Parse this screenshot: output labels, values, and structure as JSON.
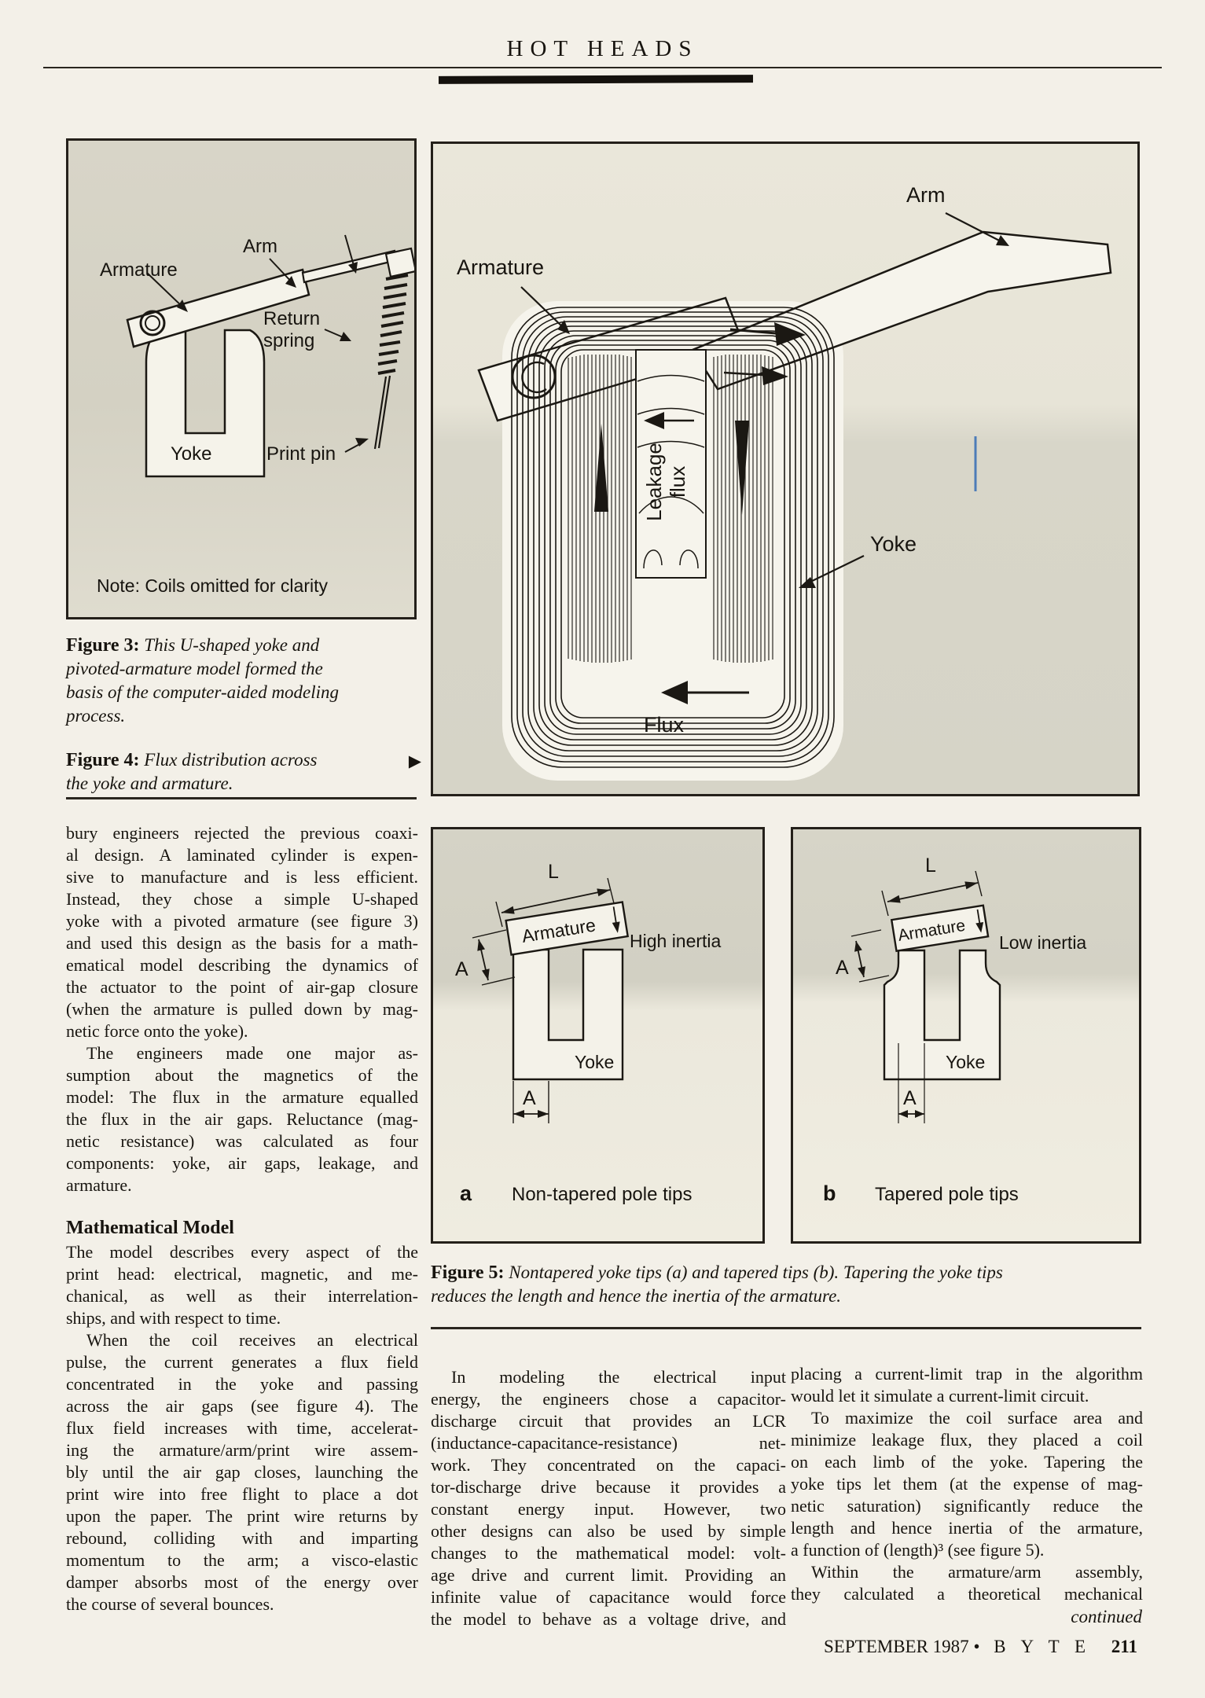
{
  "header": {
    "title": "HOT HEADS"
  },
  "figure3": {
    "labels": {
      "armature": "Armature",
      "arm": "Arm",
      "return_spring_line1": "Return",
      "return_spring_line2": "spring",
      "yoke": "Yoke",
      "print_pin": "Print pin",
      "note": "Note: Coils omitted for clarity"
    },
    "caption_lead": "Figure 3:",
    "caption_lines": [
      "This U-shaped yoke and",
      "pivoted-armature model formed the",
      "basis of the computer-aided modeling",
      "process."
    ]
  },
  "figure4": {
    "labels": {
      "arm": "Arm",
      "armature": "Armature",
      "leakage_line1": "Leakage",
      "leakage_line2": "flux",
      "yoke": "Yoke",
      "flux": "Flux"
    },
    "caption_lead": "Figure 4:",
    "caption_lines": [
      "Flux distribution across",
      "the yoke and armature."
    ],
    "pointer": "▶"
  },
  "figure5": {
    "panel_a": {
      "tag": "a",
      "title": "Non-tapered pole tips",
      "dim_l": "L",
      "dim_a_side": "A",
      "dim_a_bottom": "A",
      "armature": "Armature",
      "inertia": "High inertia",
      "yoke": "Yoke"
    },
    "panel_b": {
      "tag": "b",
      "title": "Tapered pole tips",
      "dim_l": "L",
      "dim_a_side": "A",
      "dim_a_bottom": "A",
      "armature": "Armature",
      "inertia": "Low inertia",
      "yoke": "Yoke"
    },
    "caption_lead": "Figure 5:",
    "caption_lines": [
      "Nontapered yoke tips (a) and tapered tips (b). Tapering the yoke tips",
      "reduces the length and hence the inertia of the armature."
    ]
  },
  "columns": {
    "left": [
      {
        "type": "p",
        "lines": [
          {
            "text": "bury engineers rejected the previous coaxi-"
          },
          {
            "text": "al design. A laminated cylinder is expen-"
          },
          {
            "text": "sive to manufacture and is less efficient."
          },
          {
            "text": "Instead, they chose a simple U-shaped"
          },
          {
            "text": "yoke with a pivoted armature (see figure 3)"
          },
          {
            "text": "and used this design as the basis for a math-"
          },
          {
            "text": "ematical model describing the dynamics of"
          },
          {
            "text": "the actuator to the point of air-gap closure"
          },
          {
            "text": "(when the armature is pulled down by mag-"
          },
          {
            "text": "netic force onto the yoke).",
            "last": true
          }
        ]
      },
      {
        "type": "p",
        "lines": [
          {
            "text": "The engineers made one major as-",
            "indent": true
          },
          {
            "text": "sumption about the magnetics of the"
          },
          {
            "text": "model: The flux in the armature equalled"
          },
          {
            "text": "the flux in the air gaps. Reluctance (mag-"
          },
          {
            "text": "netic resistance) was calculated as four"
          },
          {
            "text": "components: yoke, air gaps, leakage, and"
          },
          {
            "text": "armature.",
            "last": true
          }
        ]
      },
      {
        "type": "heading",
        "text": "Mathematical Model"
      },
      {
        "type": "p",
        "lines": [
          {
            "text": "The model describes every aspect of the"
          },
          {
            "text": "print head: electrical, magnetic, and me-"
          },
          {
            "text": "chanical, as well as their interrelation-"
          },
          {
            "text": "ships, and with respect to time.",
            "last": true
          }
        ]
      },
      {
        "type": "p",
        "lines": [
          {
            "text": "When the coil receives an electrical",
            "indent": true
          },
          {
            "text": "pulse, the current generates a flux field"
          },
          {
            "text": "concentrated in the yoke and passing"
          },
          {
            "text": "across the air gaps (see figure 4). The"
          },
          {
            "text": "flux field increases with time, accelerat-"
          },
          {
            "text": "ing the armature/arm/print wire assem-"
          },
          {
            "text": "bly until the air gap closes, launching the"
          },
          {
            "text": "print wire into free flight to place a dot"
          },
          {
            "text": "upon the paper. The print wire returns by"
          },
          {
            "text": "rebound, colliding with and imparting"
          },
          {
            "text": "momentum to the arm; a visco-elastic"
          },
          {
            "text": "damper absorbs most of the energy over"
          },
          {
            "text": "the course of several bounces.",
            "last": true
          }
        ]
      }
    ],
    "middle": [
      {
        "type": "p",
        "lines": [
          {
            "text": "In modeling the electrical input",
            "indent": true
          },
          {
            "text": "energy, the engineers chose a capacitor-"
          },
          {
            "text": "discharge circuit that provides an LCR"
          },
          {
            "text": "(inductance-capacitance-resistance) net-"
          },
          {
            "text": "work. They concentrated on the capaci-"
          },
          {
            "text": "tor-discharge drive because it provides a"
          },
          {
            "text": "constant energy input. However, two"
          },
          {
            "text": "other designs can also be used by simple"
          },
          {
            "text": "changes to the mathematical model: volt-"
          },
          {
            "text": "age drive and current limit. Providing an"
          },
          {
            "text": "infinite value of capacitance would force"
          },
          {
            "text": "the model to behave as a voltage drive, and"
          }
        ]
      }
    ],
    "right": [
      {
        "type": "p",
        "lines": [
          {
            "text": "placing a current-limit trap in the algorithm"
          },
          {
            "text": "would let it simulate a current-limit circuit.",
            "last": true
          }
        ]
      },
      {
        "type": "p",
        "lines": [
          {
            "text": "To maximize the coil surface area and",
            "indent": true
          },
          {
            "text": "minimize leakage flux, they placed a coil"
          },
          {
            "text": "on each limb of the yoke. Tapering the"
          },
          {
            "text": "yoke tips let them (at the expense of mag-"
          },
          {
            "text": "netic saturation) significantly reduce the"
          },
          {
            "text": "length and hence inertia of the armature,"
          },
          {
            "text": "a function of (length)³ (see figure 5).",
            "last": true
          }
        ]
      },
      {
        "type": "p",
        "lines": [
          {
            "text": "Within the armature/arm assembly,",
            "indent": true
          },
          {
            "text": "they calculated a theoretical mechanical"
          }
        ]
      }
    ]
  },
  "continued_label": "continued",
  "footer": {
    "issue": "SEPTEMBER 1987",
    "separator": "•",
    "magazine": "B Y T E",
    "page_number": "211"
  }
}
